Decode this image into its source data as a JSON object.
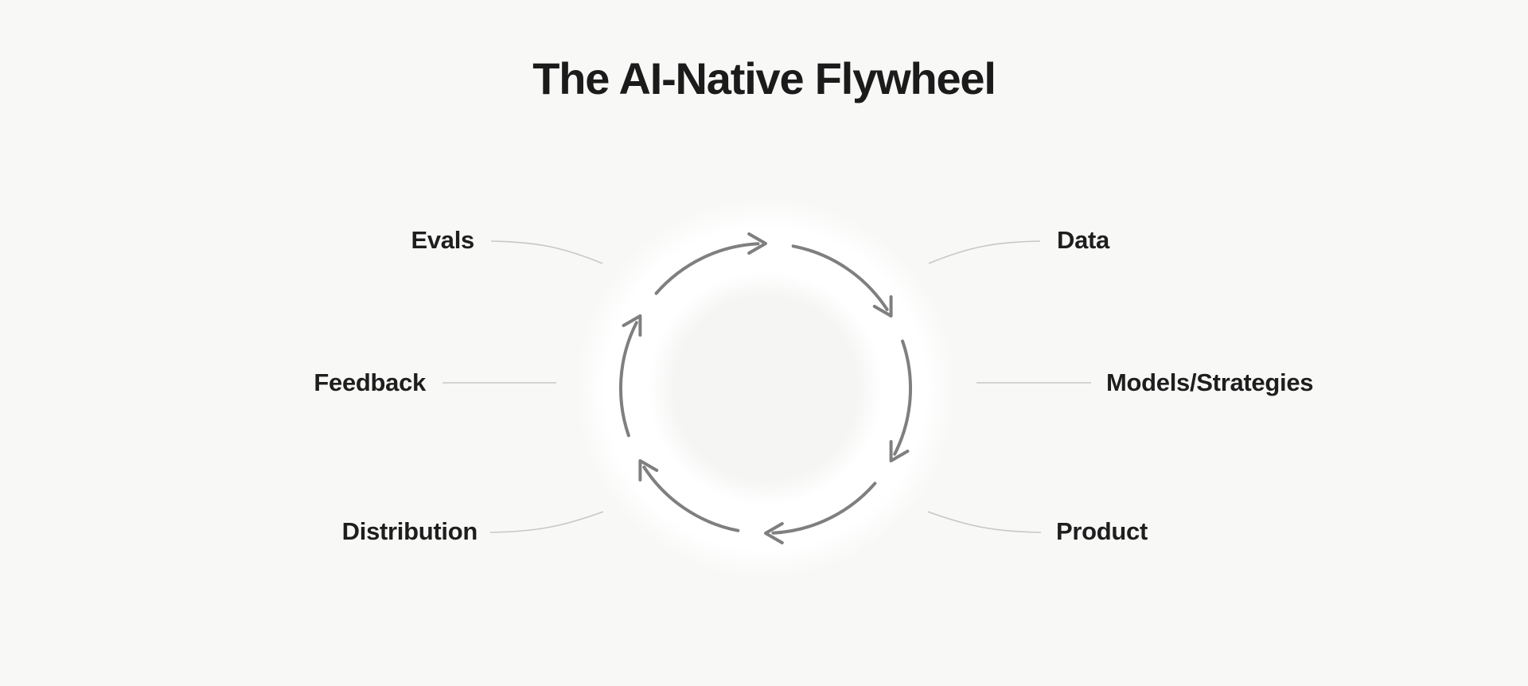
{
  "page": {
    "title": "The AI-Native Flywheel"
  },
  "flywheel": {
    "type": "cycle-diagram",
    "direction": "clockwise",
    "segments": 6,
    "nodes": [
      {
        "label": "Evals",
        "position": "upper-left"
      },
      {
        "label": "Data",
        "position": "upper-right"
      },
      {
        "label": "Feedback",
        "position": "middle-left"
      },
      {
        "label": "Models/Strategies",
        "position": "middle-right"
      },
      {
        "label": "Distribution",
        "position": "lower-left"
      },
      {
        "label": "Product",
        "position": "lower-right"
      }
    ]
  },
  "colors": {
    "background": "#f8f8f7",
    "title_text": "#1b1b1b",
    "label_text": "#1e1e1e",
    "arrow_stroke": "#7f7f7f",
    "connector_stroke": "#c7c7c6",
    "disc_fill": "#ffffff",
    "inner_disc_fill": "#f5f5f4"
  }
}
